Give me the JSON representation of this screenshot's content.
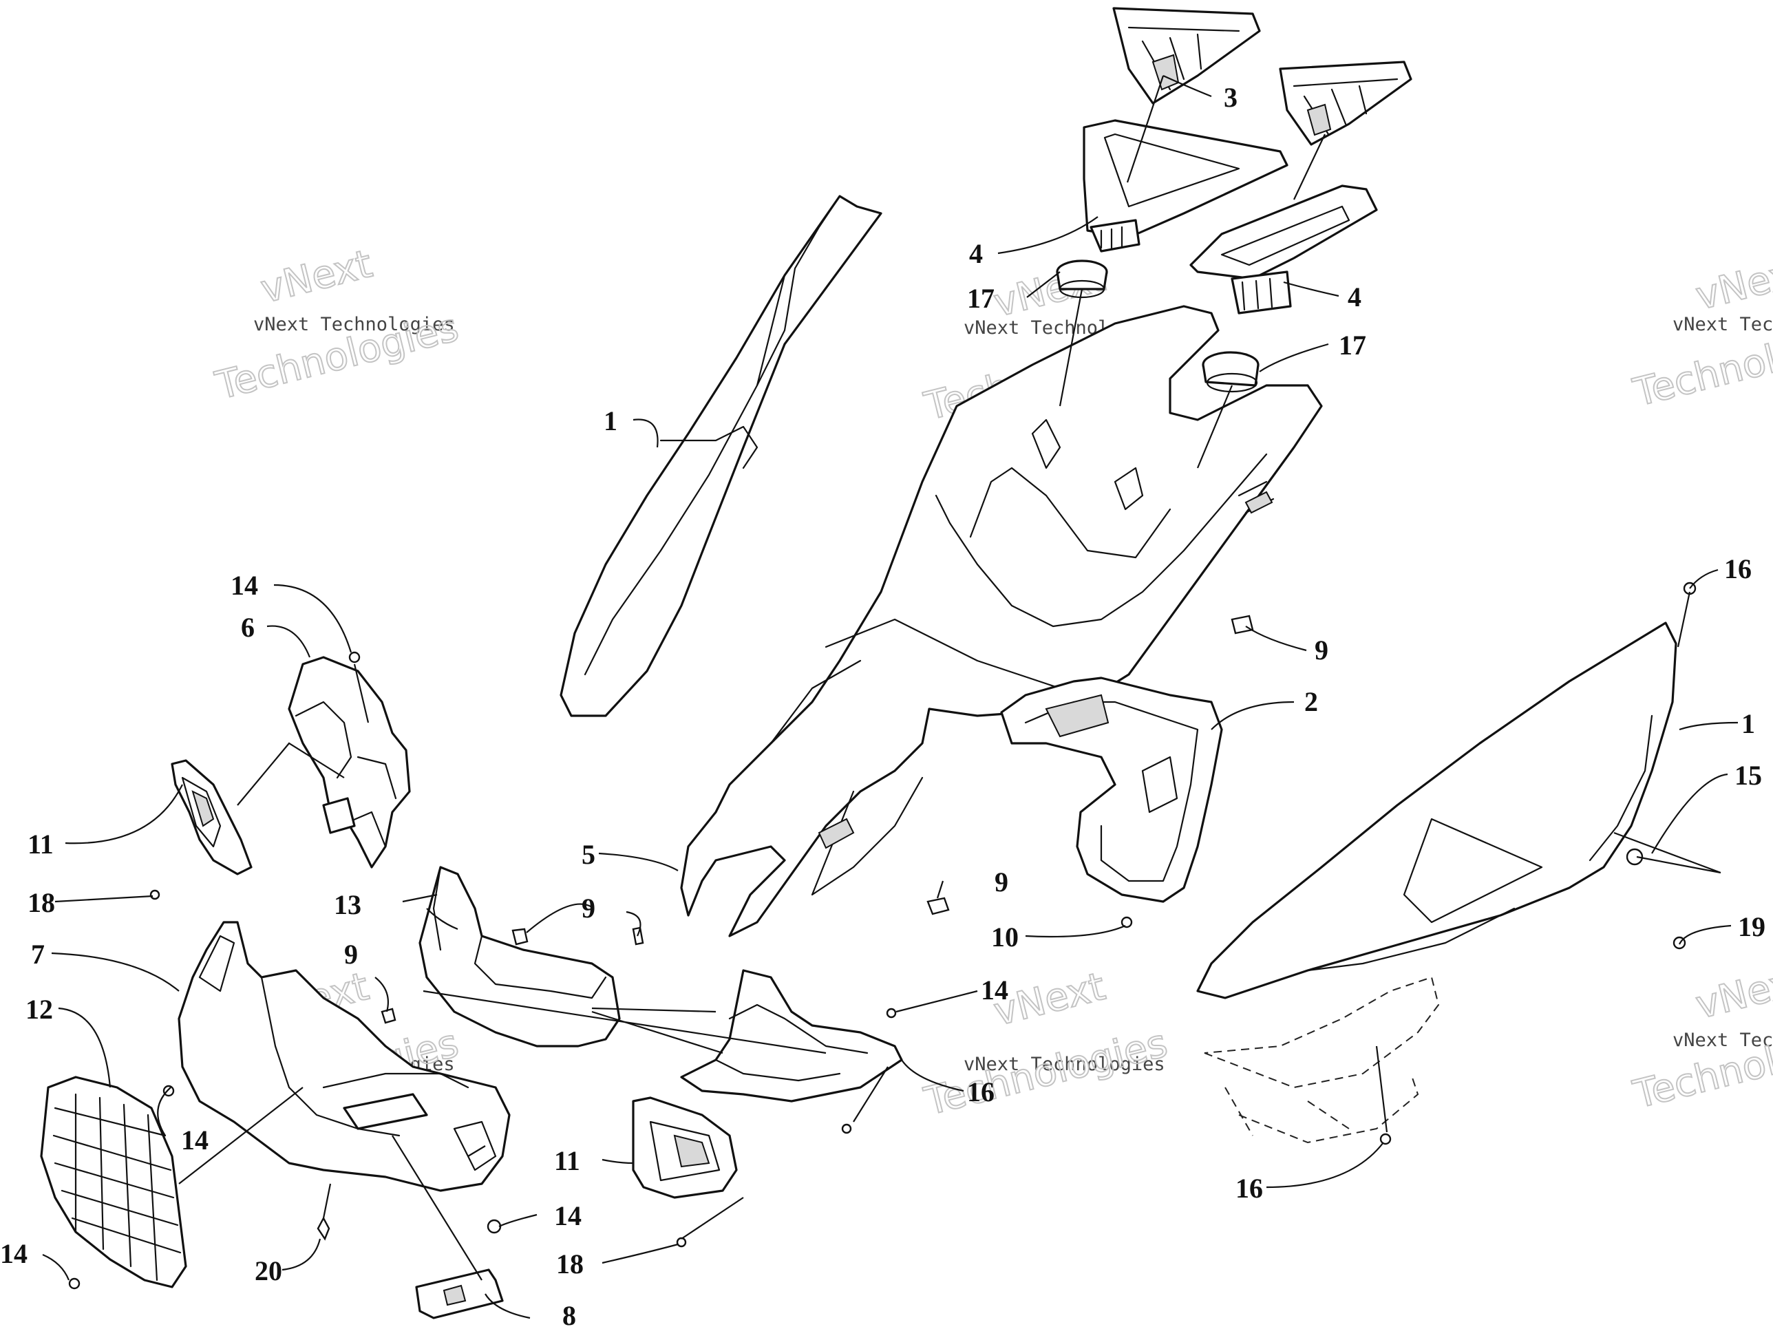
{
  "watermark": {
    "line_small": "vNext Technologies",
    "line_big_1": "vNext",
    "line_big_2": "Technologies"
  },
  "callouts": [
    {
      "id": "c3",
      "label": "3"
    },
    {
      "id": "c4a",
      "label": "4"
    },
    {
      "id": "c4b",
      "label": "4"
    },
    {
      "id": "c17a",
      "label": "17"
    },
    {
      "id": "c17b",
      "label": "17"
    },
    {
      "id": "c1a",
      "label": "1"
    },
    {
      "id": "c1b",
      "label": "1"
    },
    {
      "id": "c16a",
      "label": "16"
    },
    {
      "id": "c16b",
      "label": "16"
    },
    {
      "id": "c16c",
      "label": "16"
    },
    {
      "id": "c14a",
      "label": "14"
    },
    {
      "id": "c14b",
      "label": "14"
    },
    {
      "id": "c14c",
      "label": "14"
    },
    {
      "id": "c14d",
      "label": "14"
    },
    {
      "id": "c14e",
      "label": "14"
    },
    {
      "id": "c6",
      "label": "6"
    },
    {
      "id": "c9a",
      "label": "9"
    },
    {
      "id": "c9b",
      "label": "9"
    },
    {
      "id": "c9c",
      "label": "9"
    },
    {
      "id": "c9d",
      "label": "9"
    },
    {
      "id": "c2",
      "label": "2"
    },
    {
      "id": "c15",
      "label": "15"
    },
    {
      "id": "c11a",
      "label": "11"
    },
    {
      "id": "c11b",
      "label": "11"
    },
    {
      "id": "c5",
      "label": "5"
    },
    {
      "id": "c18a",
      "label": "18"
    },
    {
      "id": "c18b",
      "label": "18"
    },
    {
      "id": "c13",
      "label": "13"
    },
    {
      "id": "c19",
      "label": "19"
    },
    {
      "id": "c10",
      "label": "10"
    },
    {
      "id": "c7",
      "label": "7"
    },
    {
      "id": "c12",
      "label": "12"
    },
    {
      "id": "c20",
      "label": "20"
    },
    {
      "id": "c8",
      "label": "8"
    }
  ]
}
